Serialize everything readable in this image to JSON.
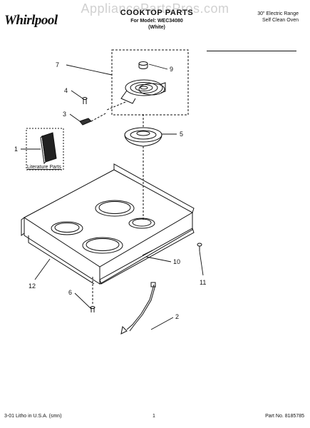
{
  "watermark": "AppliancePartsPros.com",
  "brand": "Whirlpool",
  "header": {
    "title": "COOKTOP PARTS",
    "model": "For Model: WEC34080",
    "color": "(White)",
    "range_line1": "30\" Electric Range",
    "range_line2": "Self Clean Oven"
  },
  "literature_label": "Literature Parts",
  "callouts": [
    "1",
    "2",
    "3",
    "4",
    "5",
    "6",
    "7",
    "9",
    "10",
    "11",
    "12"
  ],
  "footer": {
    "left": "3-01 Litho in U.S.A. (smn)",
    "center": "1",
    "right": "Part No. 8185785"
  }
}
